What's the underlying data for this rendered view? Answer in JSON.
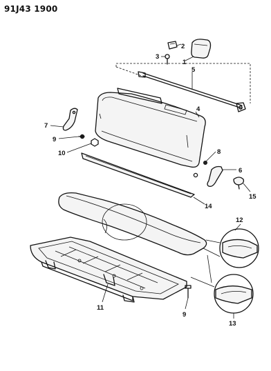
{
  "diagram": {
    "code": "91J43 1900",
    "callouts": [
      {
        "id": "1",
        "text": "1"
      },
      {
        "id": "2",
        "text": "2"
      },
      {
        "id": "3",
        "text": "3"
      },
      {
        "id": "4",
        "text": "4"
      },
      {
        "id": "5",
        "text": "5"
      },
      {
        "id": "6",
        "text": "6"
      },
      {
        "id": "7",
        "text": "7"
      },
      {
        "id": "8",
        "text": "8"
      },
      {
        "id": "9a",
        "text": "9"
      },
      {
        "id": "9b",
        "text": "9"
      },
      {
        "id": "10",
        "text": "10"
      },
      {
        "id": "11",
        "text": "11"
      },
      {
        "id": "12",
        "text": "12"
      },
      {
        "id": "13",
        "text": "13"
      },
      {
        "id": "14",
        "text": "14"
      },
      {
        "id": "15",
        "text": "15"
      }
    ]
  }
}
